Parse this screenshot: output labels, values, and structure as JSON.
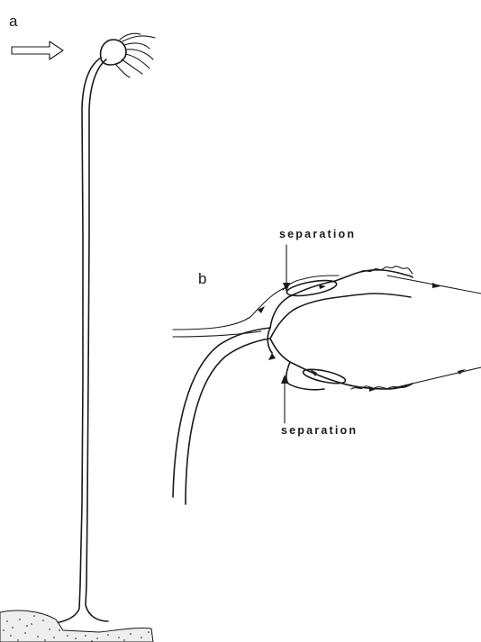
{
  "figure": {
    "panel_a_label": "a",
    "panel_b_label": "b",
    "callout_top": "separation",
    "callout_bottom": "separation"
  },
  "colors": {
    "ink": "#1a1a1a",
    "background": "#ffffff"
  },
  "icons": {
    "flow_arrow": "hollow-right-arrow-icon"
  }
}
